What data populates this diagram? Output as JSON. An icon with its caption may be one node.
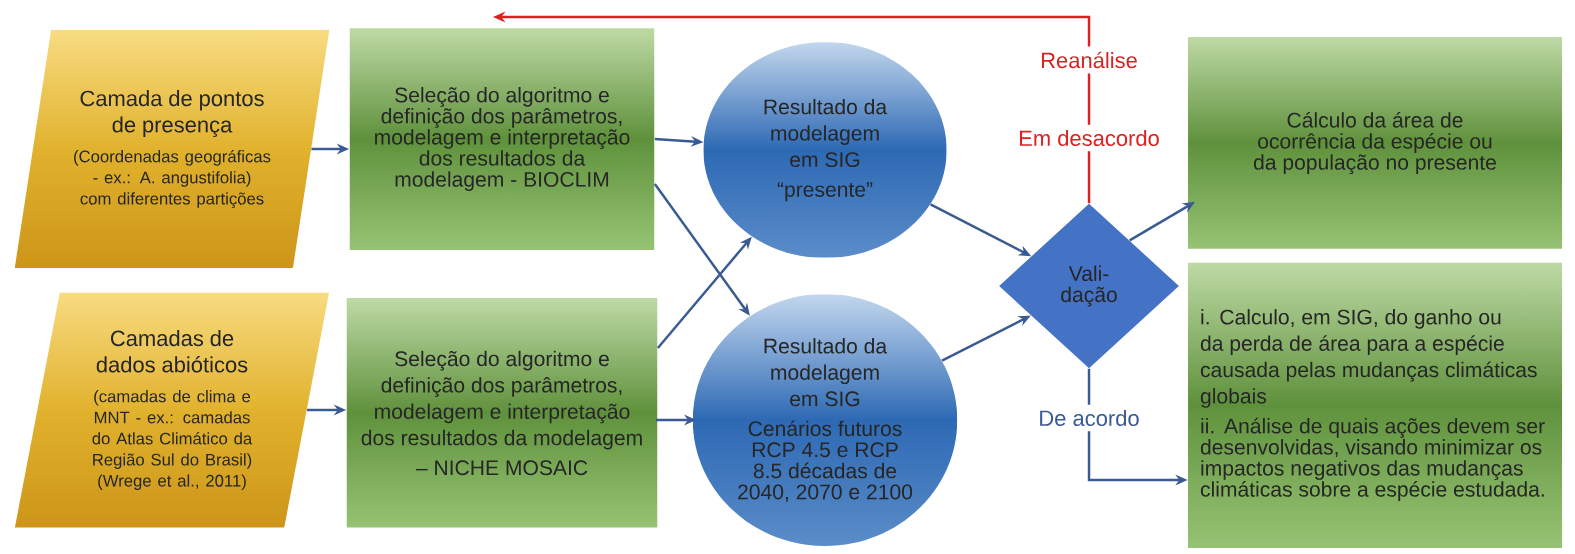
{
  "diagram": {
    "nodes": [
      {
        "text": [
          "Camada de pontos de presença",
          "(Coordenadas geográficas - ex.: A. angustifolia) com diferentes partições"
        ]
      },
      {
        "text": [
          "Camadas de dados abióticos",
          "(camadas de clima e MNT - ex.: camadas do Atlas Climático da Região Sul do Brasil) (Wrege et al., 2011)"
        ]
      },
      {
        "text": [
          "Seleção do algoritmo e definição dos parâmetros, modelagem e interpretação dos resultados da modelagem - BIOCLIM"
        ]
      },
      {
        "text": [
          "Seleção do algoritmo e definição dos parâmetros, modelagem e interpretação dos resultados da modelagem",
          "– NICHE MOSAIC"
        ]
      },
      {
        "text": [
          "Resultado da modelagem em SIG",
          "“presente”"
        ]
      },
      {
        "text": [
          "Resultado da modelagem em SIG",
          "Cenários futuros RCP 4.5 e RCP 8.5 décadas de 2040, 2070 e 2100"
        ]
      },
      {
        "text": [
          "Vali- dação"
        ]
      },
      {
        "text": [
          "Cálculo da área de ocorrência da espécie ou da população no presente"
        ]
      },
      {
        "text": [
          "i. Calculo, em SIG, do ganho ou da perda de área para a espécie causada pelas mudanças climáticas globais",
          "ii. Análise de quais ações devem ser desenvolvidas, visando minimizar os impactos negativos das mudanças climáticas sobre a espécie estudada."
        ]
      }
    ],
    "edges": [
      {
        "from": 0,
        "to": 2,
        "arrow": "to"
      },
      {
        "from": 1,
        "to": 3,
        "arrow": "to"
      },
      {
        "from": 2,
        "to": 4,
        "arrow": "to"
      },
      {
        "from": 2,
        "to": 5,
        "arrow": "to"
      },
      {
        "from": 3,
        "to": 4,
        "arrow": "to"
      },
      {
        "from": 3,
        "to": 5,
        "arrow": "to"
      },
      {
        "from": 4,
        "to": 6,
        "arrow": "to"
      },
      {
        "from": 5,
        "to": 6,
        "arrow": "to"
      },
      {
        "from": 6,
        "to": 7,
        "arrow": "to"
      },
      {
        "from": 6,
        "to": 8,
        "arrow": "to",
        "label": "De acordo"
      },
      {
        "from": 6,
        "to": null,
        "arrow": "to",
        "label": "Em desacordo",
        "color": "#e02020"
      }
    ],
    "labels": [
      "Reanálise"
    ]
  }
}
